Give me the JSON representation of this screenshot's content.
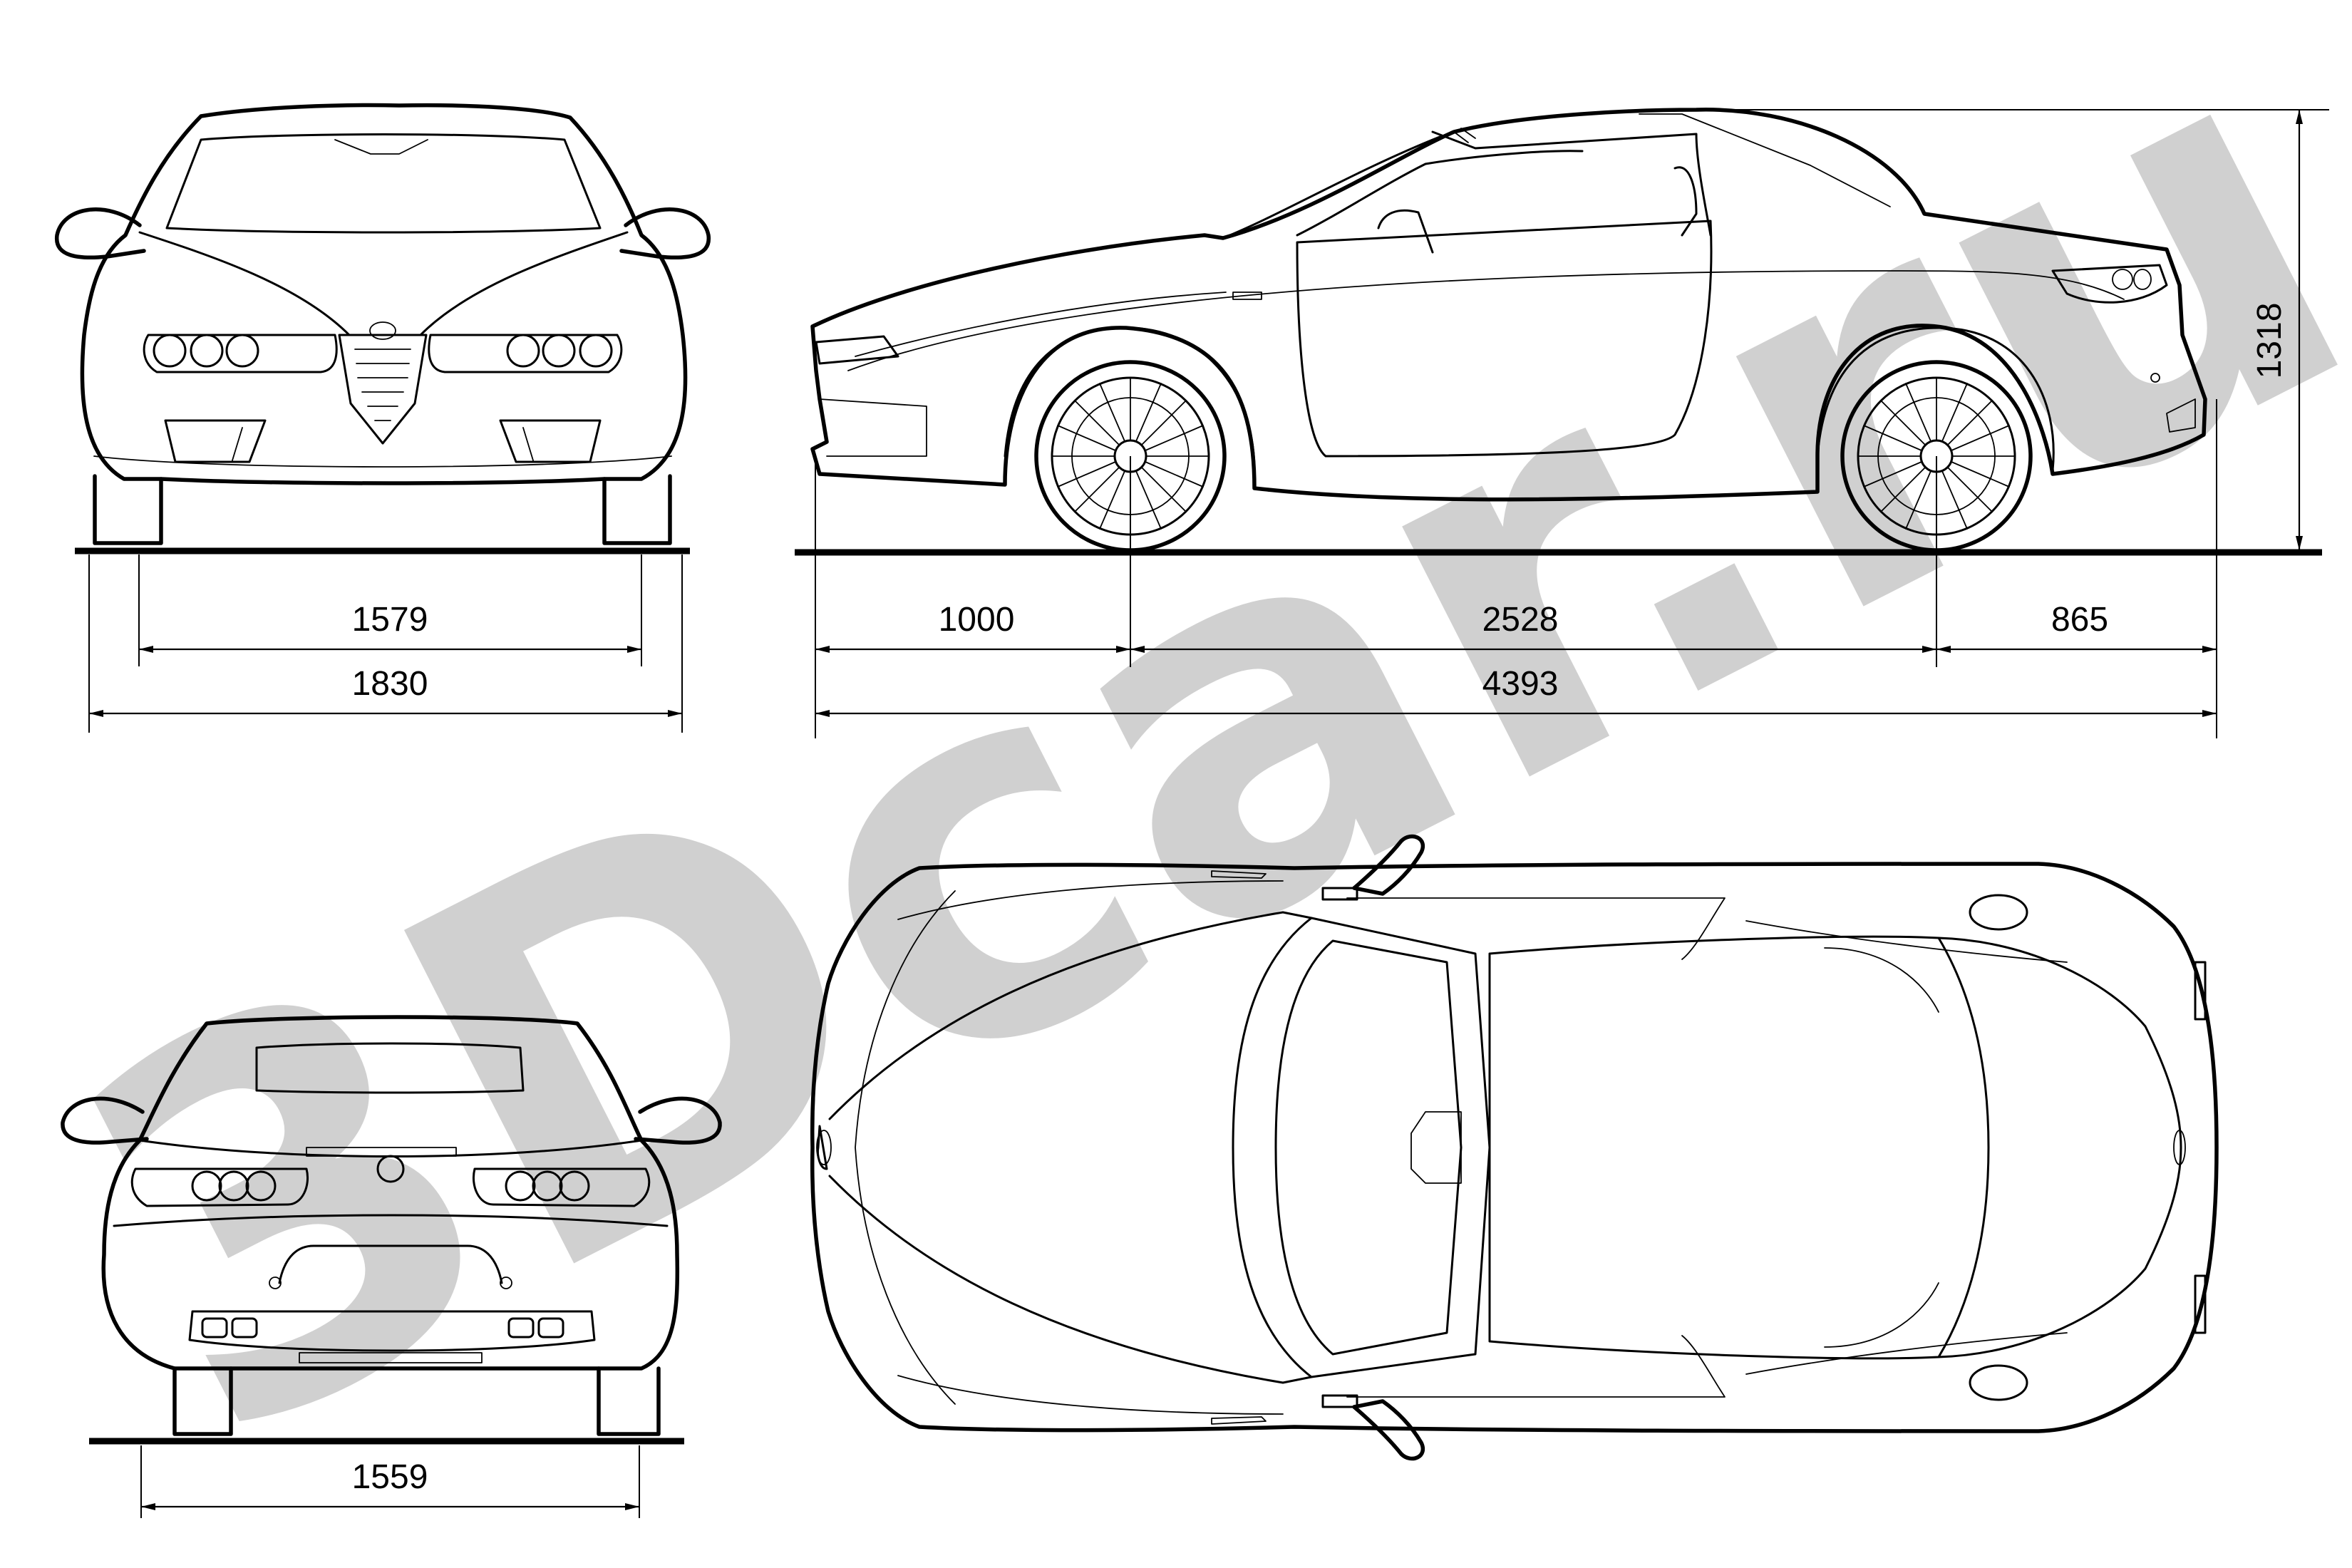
{
  "watermark": "3Dcar.ru",
  "front_view": {
    "track_width": "1579",
    "overall_width": "1830"
  },
  "side_view": {
    "front_overhang": "1000",
    "wheelbase": "2528",
    "rear_overhang": "865",
    "overall_length": "4393",
    "overall_height": "1318"
  },
  "rear_view": {
    "track_width": "1559"
  },
  "colors": {
    "line": "#000000",
    "watermark": "#c8c8c8",
    "background": "#ffffff"
  }
}
